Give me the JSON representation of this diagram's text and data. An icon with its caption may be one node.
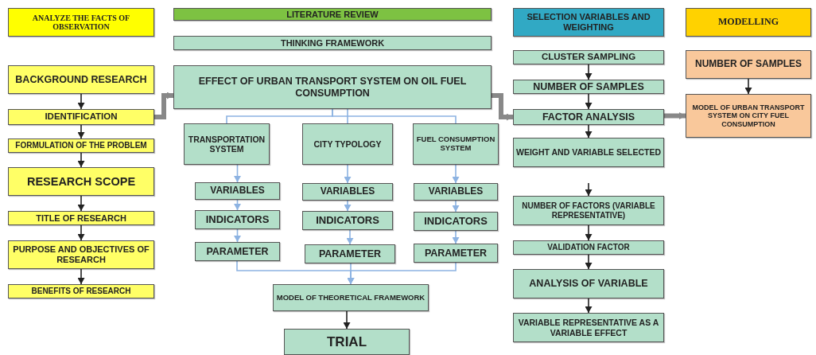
{
  "diagram": {
    "nodes": [
      {
        "text": [
          "ANALYZE THE FACTS OF OBSERVATION"
        ]
      },
      {
        "text": [
          "LITERATURE REVIEW"
        ]
      },
      {
        "text": [
          "SELECTION VARIABLES AND WEIGHTING"
        ]
      },
      {
        "text": [
          "MODELLING"
        ]
      },
      {
        "text": [
          "BACKGROUND RESEARCH"
        ]
      },
      {
        "text": [
          "IDENTIFICATION"
        ]
      },
      {
        "text": [
          "FORMULATION OF THE PROBLEM"
        ]
      },
      {
        "text": [
          "RESEARCH SCOPE"
        ]
      },
      {
        "text": [
          "TITLE OF RESEARCH"
        ]
      },
      {
        "text": [
          "PURPOSE AND OBJECTIVES OF RESEARCH"
        ]
      },
      {
        "text": [
          "BENEFITS OF RESEARCH"
        ]
      },
      {
        "text": [
          "THINKING FRAMEWORK"
        ]
      },
      {
        "text": [
          "EFFECT OF URBAN TRANSPORT SYSTEM ON OIL FUEL CONSUMPTION"
        ]
      },
      {
        "text": [
          "TRANSPORTATION SYSTEM"
        ]
      },
      {
        "text": [
          "CITY TYPOLOGY"
        ]
      },
      {
        "text": [
          "FUEL CONSUMPTION SYSTEM"
        ]
      },
      {
        "text": [
          "VARIABLES"
        ]
      },
      {
        "text": [
          "VARIABLES"
        ]
      },
      {
        "text": [
          "VARIABLES"
        ]
      },
      {
        "text": [
          "INDICATORS"
        ]
      },
      {
        "text": [
          "INDICATORS"
        ]
      },
      {
        "text": [
          "INDICATORS"
        ]
      },
      {
        "text": [
          "PARAMETER"
        ]
      },
      {
        "text": [
          "PARAMETER"
        ]
      },
      {
        "text": [
          "PARAMETER"
        ]
      },
      {
        "text": [
          "MODEL OF THEORETICAL FRAMEWORK"
        ]
      },
      {
        "text": [
          "TRIAL"
        ]
      },
      {
        "text": [
          "CLUSTER SAMPLING"
        ]
      },
      {
        "text": [
          "NUMBER OF SAMPLES"
        ]
      },
      {
        "text": [
          "FACTOR ANALYSIS"
        ]
      },
      {
        "text": [
          "WEIGHT AND VARIABLE SELECTED"
        ]
      },
      {
        "text": [
          "NUMBER OF FACTORS (VARIABLE REPRESENTATIVE)"
        ]
      },
      {
        "text": [
          "VALIDATION FACTOR"
        ]
      },
      {
        "text": [
          "ANALYSIS OF VARIABLE"
        ]
      },
      {
        "text": [
          "VARIABLE REPRESENTATIVE AS A VARIABLE EFFECT"
        ]
      },
      {
        "text": [
          "NUMBER OF SAMPLES"
        ]
      },
      {
        "text": [
          "MODEL OF URBAN TRANSPORT SYSTEM ON CITY FUEL CONSUMPTION"
        ]
      }
    ],
    "edges": [
      {
        "from": 4,
        "to": 5,
        "arrow": "to"
      },
      {
        "from": 5,
        "to": 6,
        "arrow": "to"
      },
      {
        "from": 6,
        "to": 7,
        "arrow": "to"
      },
      {
        "from": 7,
        "to": 8,
        "arrow": "to"
      },
      {
        "from": 8,
        "to": 9,
        "arrow": "to"
      },
      {
        "from": 9,
        "to": 10,
        "arrow": "to"
      },
      {
        "from": 5,
        "to": 12,
        "arrow": "to",
        "style": "thick",
        "color": "#888888"
      },
      {
        "from": 12,
        "to": 13,
        "arrow": "none",
        "color": "#8db3e2"
      },
      {
        "from": 12,
        "to": 14,
        "arrow": "none",
        "color": "#8db3e2"
      },
      {
        "from": 12,
        "to": 15,
        "arrow": "none",
        "color": "#8db3e2"
      },
      {
        "from": 13,
        "to": 16,
        "arrow": "to",
        "color": "#8db3e2"
      },
      {
        "from": 16,
        "to": 19,
        "arrow": "to",
        "color": "#8db3e2"
      },
      {
        "from": 19,
        "to": 22,
        "arrow": "to",
        "color": "#8db3e2"
      },
      {
        "from": 14,
        "to": 17,
        "arrow": "to",
        "color": "#8db3e2"
      },
      {
        "from": 17,
        "to": 20,
        "arrow": "to",
        "color": "#8db3e2"
      },
      {
        "from": 20,
        "to": 23,
        "arrow": "to",
        "color": "#8db3e2"
      },
      {
        "from": 15,
        "to": 18,
        "arrow": "to",
        "color": "#8db3e2"
      },
      {
        "from": 18,
        "to": 21,
        "arrow": "to",
        "color": "#8db3e2"
      },
      {
        "from": 21,
        "to": 24,
        "arrow": "to",
        "color": "#8db3e2"
      },
      {
        "from": 22,
        "to": 25,
        "arrow": "to",
        "color": "#8db3e2"
      },
      {
        "from": 23,
        "to": 25,
        "arrow": "to",
        "color": "#8db3e2"
      },
      {
        "from": 24,
        "to": 25,
        "arrow": "to",
        "color": "#8db3e2"
      },
      {
        "from": 25,
        "to": 26,
        "arrow": "to"
      },
      {
        "from": 12,
        "to": 29,
        "arrow": "to",
        "style": "thick",
        "color": "#888888"
      },
      {
        "from": 27,
        "to": 28,
        "arrow": "to"
      },
      {
        "from": 28,
        "to": 29,
        "arrow": "to"
      },
      {
        "from": 29,
        "to": 30,
        "arrow": "to"
      },
      {
        "from": null,
        "to": 31,
        "arrow": "to"
      },
      {
        "from": 31,
        "to": 32,
        "arrow": "to"
      },
      {
        "from": 32,
        "to": 33,
        "arrow": "to"
      },
      {
        "from": 33,
        "to": 34,
        "arrow": "to"
      },
      {
        "from": 29,
        "to": 36,
        "arrow": "to",
        "style": "thick",
        "color": "#888888"
      },
      {
        "from": 35,
        "to": 36,
        "arrow": "to"
      }
    ]
  }
}
